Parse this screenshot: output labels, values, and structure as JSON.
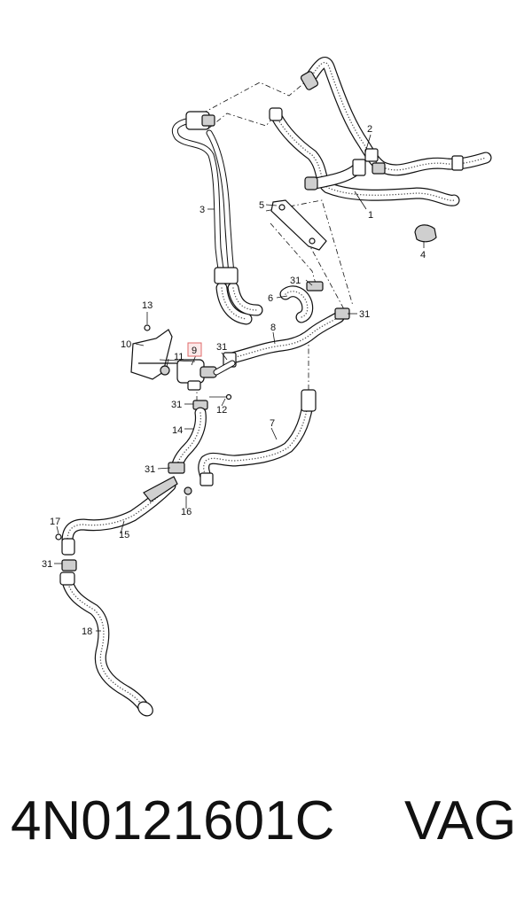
{
  "diagram": {
    "callouts": {
      "c1": "1",
      "c2": "2",
      "c3": "3",
      "c4": "4",
      "c5": "5",
      "c6": "6",
      "c7": "7",
      "c8": "8",
      "c9": "9",
      "c10": "10",
      "c11": "11",
      "c12": "12",
      "c13": "13",
      "c14": "14",
      "c15": "15",
      "c16": "16",
      "c17": "17",
      "c18": "18",
      "c31": "31"
    },
    "highlight_color": "#e06a6a"
  },
  "footer": {
    "part_number": "4N0121601C",
    "brand": "VAG"
  }
}
